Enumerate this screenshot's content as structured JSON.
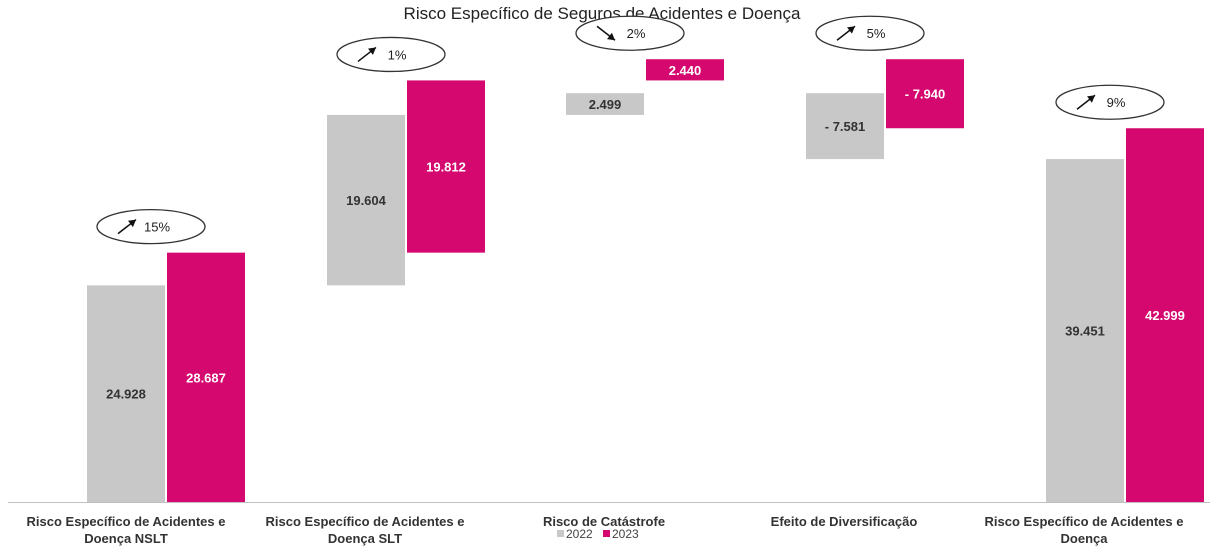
{
  "chart_data": {
    "type": "bar",
    "title": "Risco Específico de Seguros de Acidentes e Doença",
    "categories": [
      [
        "Risco Específico de Acidentes e",
        "Doença NSLT"
      ],
      [
        "Risco Específico de Acidentes e",
        "Doença SLT"
      ],
      [
        "Risco de Catástrofe"
      ],
      [
        "Efeito de Diversificação"
      ],
      [
        "Risco Específico de Acidentes e",
        "Doença"
      ]
    ],
    "series": [
      {
        "name": "2022",
        "color": "#c8c8c8",
        "text_color": "#333333",
        "values": [
          24928,
          19604,
          2499,
          -7581,
          39451
        ],
        "labels": [
          "24.928",
          "19.604",
          "2.499",
          "- 7.581",
          "39.451"
        ]
      },
      {
        "name": "2023",
        "color": "#d4086e",
        "text_color": "#ffffff",
        "values": [
          28687,
          19812,
          2440,
          -7940,
          42999
        ],
        "labels": [
          "28.687",
          "19.812",
          "2.440",
          "- 7.940",
          "42.999"
        ]
      }
    ],
    "variations": [
      {
        "text": "15%",
        "direction": "up"
      },
      {
        "text": "1%",
        "direction": "up"
      },
      {
        "text": "2%",
        "direction": "down"
      },
      {
        "text": "5%",
        "direction": "up"
      },
      {
        "text": "9%",
        "direction": "up"
      }
    ],
    "waterfall": true,
    "ylim": [
      0,
      52000
    ],
    "grid": false,
    "legend_position": "bottom-center",
    "baseline_color": "#c0c0c0"
  }
}
